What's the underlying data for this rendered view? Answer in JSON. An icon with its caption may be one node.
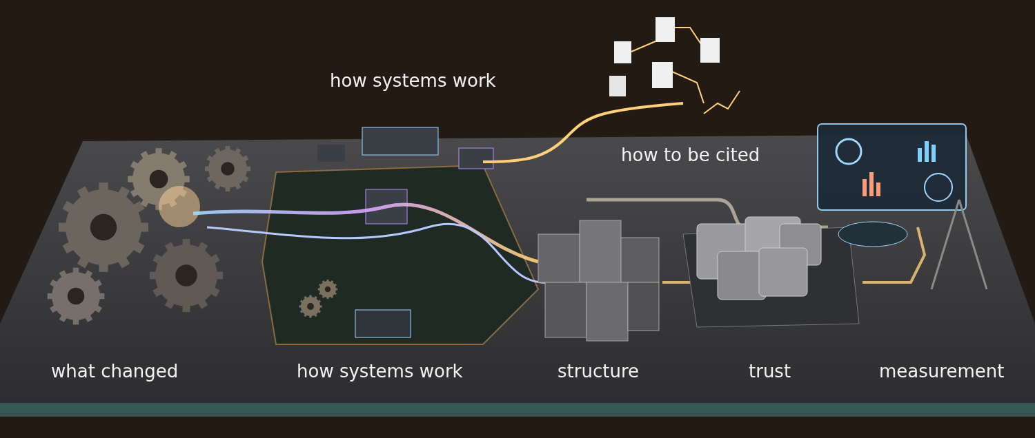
{
  "diagram": {
    "labels": [
      "how systems work",
      "how to be cited",
      "what changed",
      "how systems work",
      "structure",
      "trust",
      "measurement"
    ]
  }
}
